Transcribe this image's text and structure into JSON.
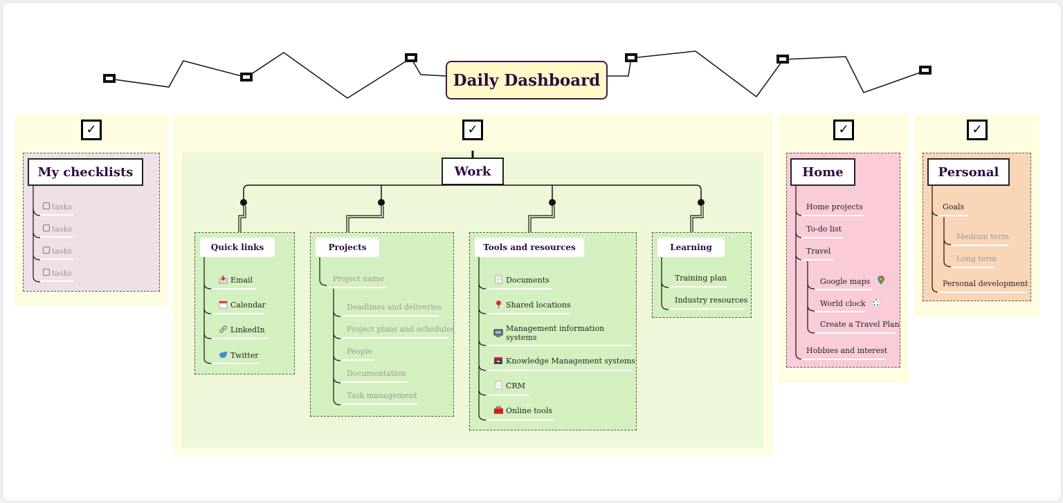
{
  "title": "Daily Dashboard",
  "checkmark": "✓",
  "checklists": {
    "heading": "My checklists",
    "items": [
      "tasks",
      "tasks",
      "tasks",
      "tasks"
    ]
  },
  "work": {
    "heading": "Work",
    "quick_links": {
      "heading": "Quick links",
      "items": [
        {
          "label": "Email",
          "icon": "inbox-icon"
        },
        {
          "label": "Calendar",
          "icon": "calendar-icon"
        },
        {
          "label": "LinkedIn",
          "icon": "link-icon"
        },
        {
          "label": "Twitter",
          "icon": "bird-icon"
        }
      ]
    },
    "projects": {
      "heading": "Projects",
      "project_name": "Project name",
      "items": [
        "Deadlines and deliveries",
        "Project plans and schedules",
        "People",
        "Documentation",
        "Task management"
      ]
    },
    "tools": {
      "heading": "Tools and resources",
      "items": [
        {
          "label": "Documents",
          "icon": "document-icon"
        },
        {
          "label": "Shared locations",
          "icon": "pin-icon"
        },
        {
          "label": "Management information",
          "label2": "systems",
          "icon": "monitor-icon"
        },
        {
          "label": "Knowledge Management systems",
          "icon": "archive-icon"
        },
        {
          "label": "CRM",
          "icon": "notepad-icon"
        },
        {
          "label": "Online tools",
          "icon": "toolbox-icon"
        }
      ]
    },
    "learning": {
      "heading": "Learning",
      "items": [
        "Training plan",
        "Industry resources"
      ]
    }
  },
  "home": {
    "heading": "Home",
    "items": [
      "Home projects",
      "To-do list",
      "Travel"
    ],
    "travel_items": [
      {
        "label": "Google maps",
        "icon": "map-pin-icon"
      },
      {
        "label": "World clock",
        "icon": "clock-icon"
      },
      {
        "label": "Create a Travel Plan",
        "icon": ""
      }
    ],
    "last_item": "Hobbies and interest"
  },
  "personal": {
    "heading": "Personal",
    "goals": "Goals",
    "goal_items": [
      "Medium term",
      "Long term"
    ],
    "last_item": "Personal development"
  },
  "colors": {
    "title_bg": "#fffac8",
    "panel_bg": "#fffde0",
    "checklist_bg": "#efdfe6",
    "work_bg": "#eef8d8",
    "work_group_bg": "#d4f0c0",
    "home_bg": "#f9ccd7",
    "personal_bg": "#fad6b8",
    "heading_text": "#2e0b3f"
  }
}
